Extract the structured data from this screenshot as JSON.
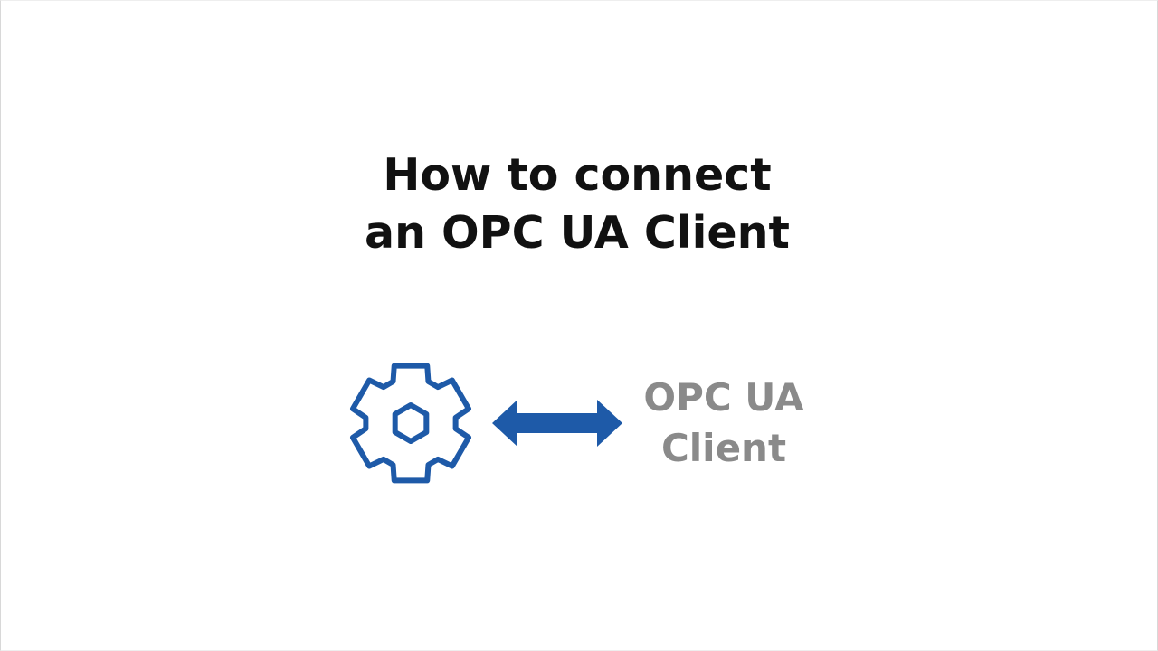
{
  "title": {
    "line1": "How to connect",
    "line2": "an OPC UA Client"
  },
  "diagram": {
    "left_icon": "gear-icon",
    "connector_icon": "double-arrow-icon",
    "right_label_line1": "OPC UA",
    "right_label_line2": "Client"
  },
  "colors": {
    "accent_blue": "#1e5aa8",
    "title_text": "#111111",
    "label_gray": "#8a8a8a",
    "background": "#ffffff"
  }
}
